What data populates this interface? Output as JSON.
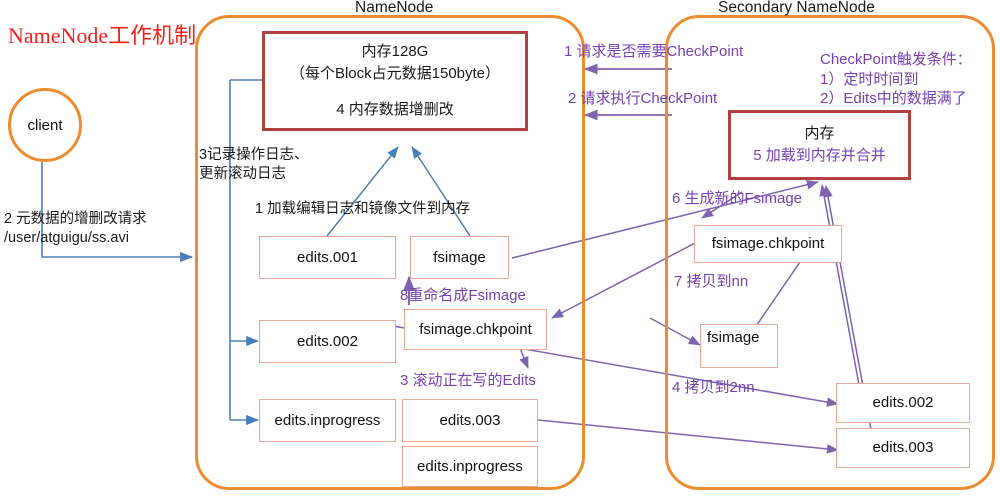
{
  "title": "NameNode工作机制",
  "panels": {
    "namenode": {
      "label": "NameNode"
    },
    "secondary": {
      "label": "Secondary NameNode"
    }
  },
  "client": {
    "label": "client"
  },
  "namenode": {
    "memory": {
      "line1": "内存128G",
      "line2": "（每个Block占元数据150byte）",
      "line3": "4 内存数据增删改"
    },
    "files": {
      "edits001": "edits.001",
      "edits002": "edits.002",
      "edits_inprogress": "edits.inprogress",
      "fsimage": "fsimage",
      "fsimage_chkpoint": "fsimage.chkpoint",
      "edits003": "edits.003",
      "edits_inprogress2": "edits.inprogress"
    },
    "labels": {
      "step3": "3记录操作日志、\n更新滚动日志",
      "step1_load": "1 加载编辑日志和镜像文件到内存",
      "step8_rename": "8重命名成Fsimage",
      "step3_roll": "3 滚动正在写的Edits"
    }
  },
  "client_request": {
    "line1": "2 元数据的增删改请求",
    "line2": "/user/atguigu/ss.avi"
  },
  "middle_steps": {
    "step1": "1 请求是否需要CheckPoint",
    "step2": "2 请求执行CheckPoint"
  },
  "secondary": {
    "checkpoint_conditions": {
      "line1": "CheckPoint触发条件：",
      "line2": "1）定时时间到",
      "line3": "2）Edits中的数据满了"
    },
    "memory": {
      "line1": "内存",
      "line2": "5 加载到内存并合并"
    },
    "files": {
      "fsimage_chkpoint": "fsimage.chkpoint",
      "fsimage": "fsimage",
      "edits002": "edits.002",
      "edits003": "edits.003"
    },
    "labels": {
      "step6": "6 生成新的Fsimage",
      "step7": "7 拷贝到nn",
      "step4": "4 拷贝到2nn"
    }
  },
  "colors": {
    "panel_border": "#ED8B30",
    "memory_border": "#B0413E",
    "file_border": "#E8A898",
    "purple": "#7641B0",
    "blue_arrow": "#4A7EBB",
    "title_red": "#F0241B"
  }
}
